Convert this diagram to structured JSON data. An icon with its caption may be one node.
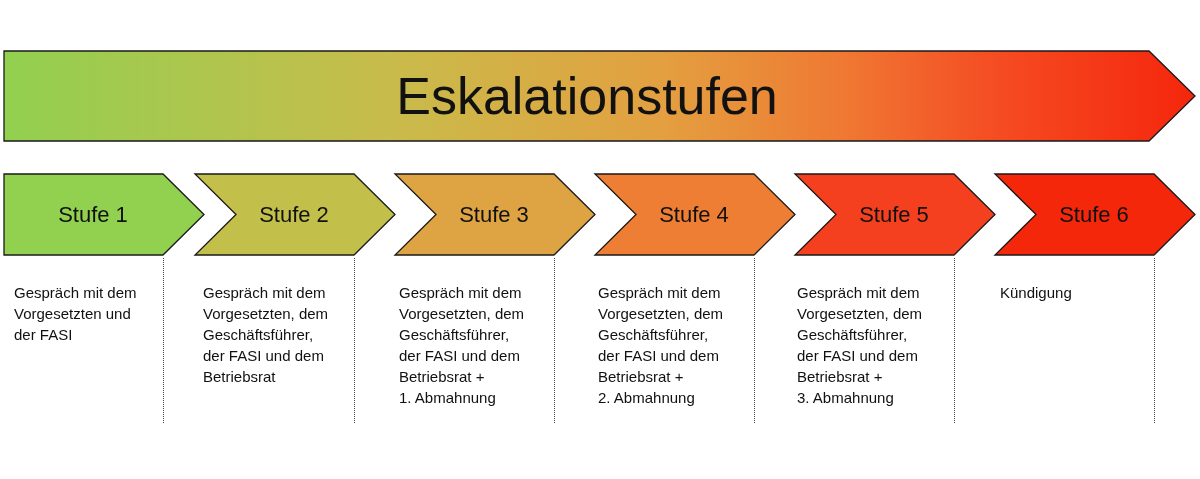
{
  "diagram": {
    "nodes": [
      {
        "text": [
          "Eskalationstufen"
        ]
      },
      {
        "text": [
          "Stufe 1"
        ],
        "beside": [
          "Gespräch mit dem Vorgesetzten und der FASI"
        ]
      },
      {
        "text": [
          "Stufe 2"
        ],
        "beside": [
          "Gespräch mit dem Vorgesetzten, dem Geschäftsführer, der FASI und dem Betriebsrat"
        ]
      },
      {
        "text": [
          "Stufe 3"
        ],
        "beside": [
          "Gespräch mit dem Vorgesetzten, dem Geschäftsführer, der FASI und dem Betriebsrat +",
          "1. Abmahnung"
        ]
      },
      {
        "text": [
          "Stufe 4"
        ],
        "beside": [
          "Gespräch mit dem Vorgesetzten, dem Geschäftsführer, der FASI und dem Betriebsrat +",
          "2. Abmahnung"
        ]
      },
      {
        "text": [
          "Stufe 5"
        ],
        "beside": [
          "Gespräch mit dem Vorgesetzten, dem Geschäftsführer, der FASI und dem Betriebsrat +",
          "3. Abmahnung"
        ]
      },
      {
        "text": [
          "Stufe 6"
        ],
        "beside": [
          "Kündigung"
        ]
      }
    ]
  }
}
